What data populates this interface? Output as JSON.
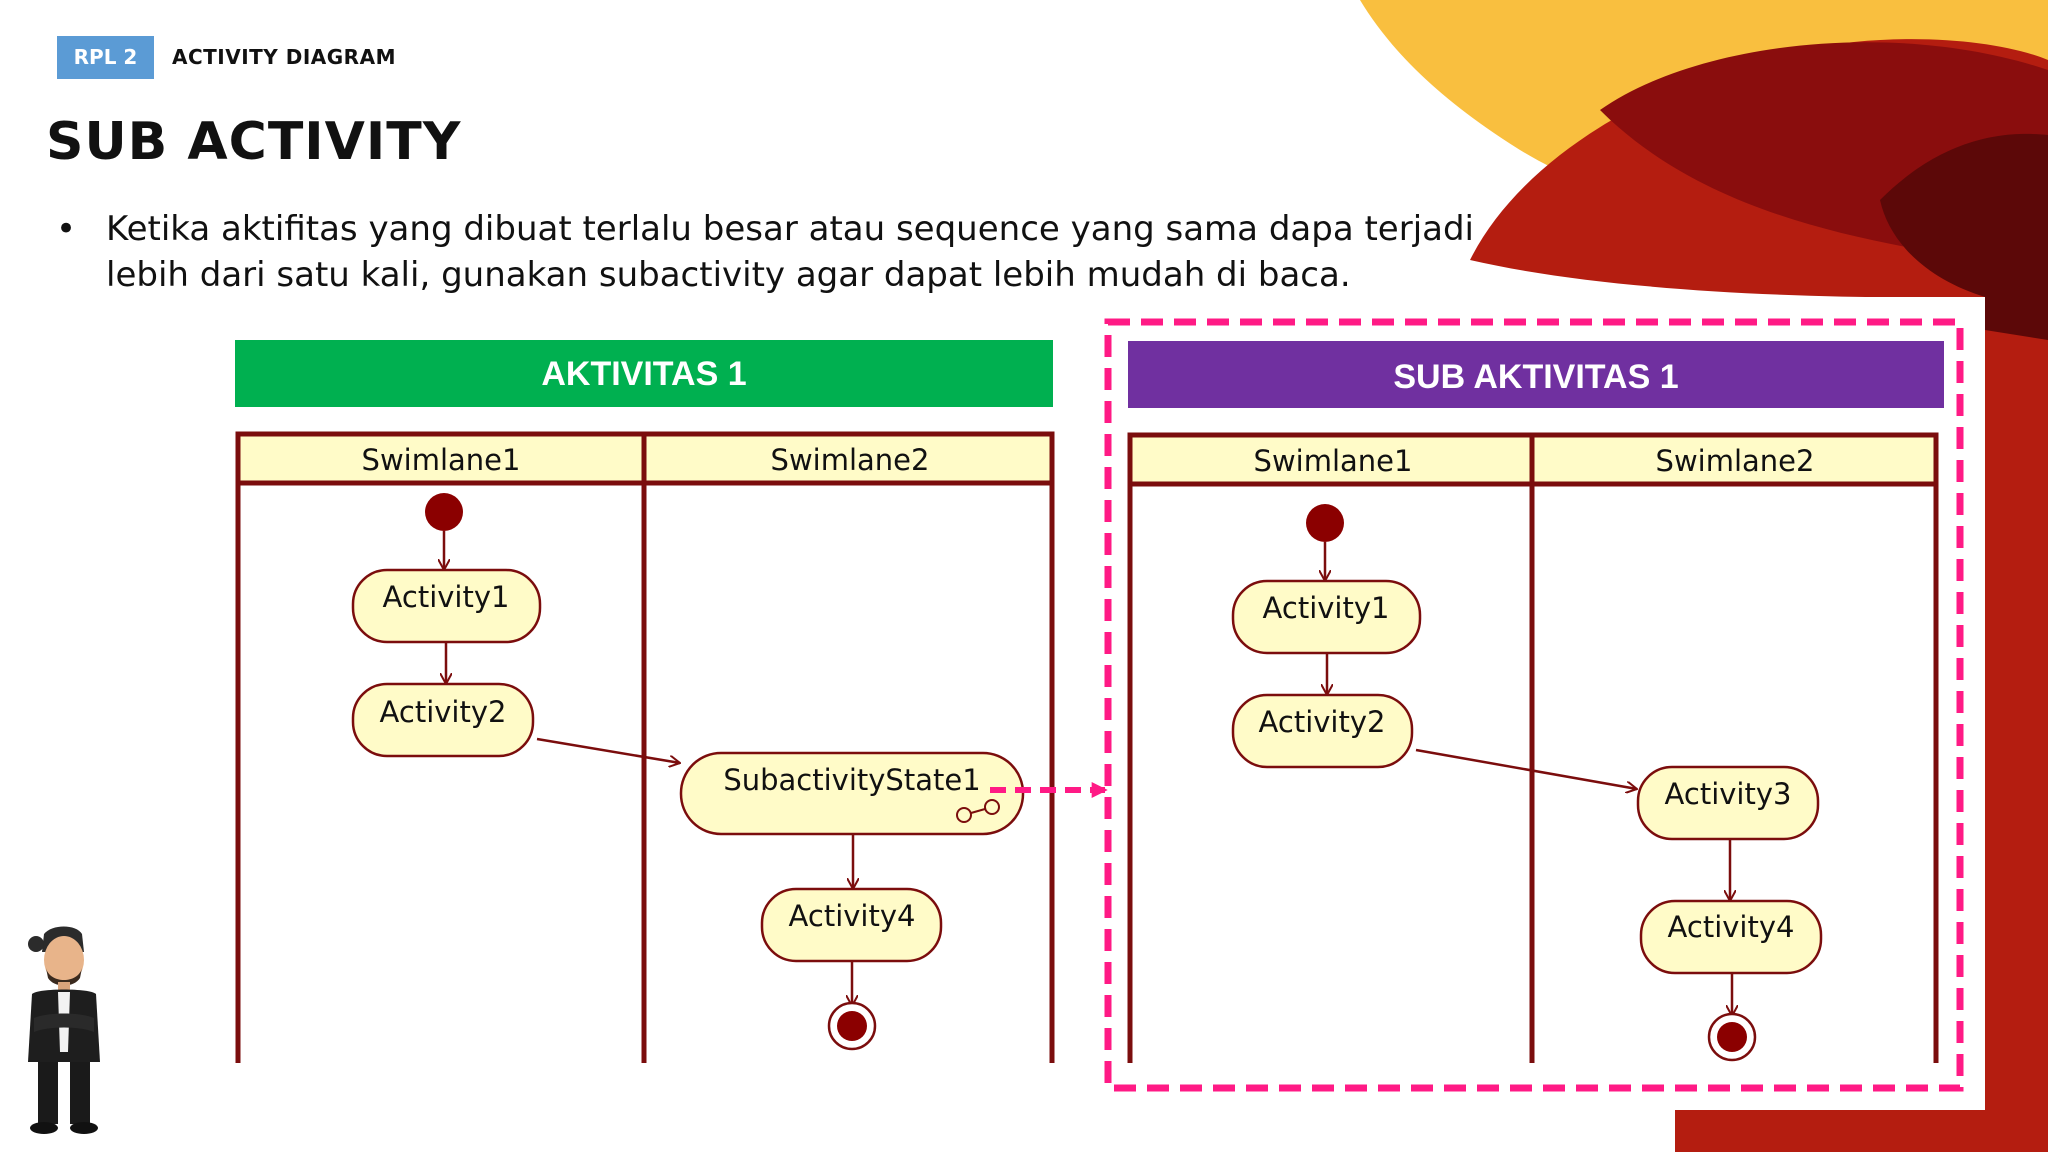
{
  "header": {
    "tag": "RPL 2",
    "title": "ACTIVITY DIAGRAM"
  },
  "page_title": "SUB ACTIVITY",
  "bullet": {
    "symbol": "•",
    "text": "Ketika aktifitas yang dibuat terlalu besar atau sequence yang sama dapa terjadi lebih dari satu kali, gunakan subactivity agar dapat lebih mudah di baca."
  },
  "left_diagram": {
    "banner": "AKTIVITAS 1",
    "banner_color": "#00b050",
    "lanes": [
      "Swimlane1",
      "Swimlane2"
    ],
    "nodes": {
      "a1": "Activity1",
      "a2": "Activity2",
      "sub": "SubactivityState1",
      "a4": "Activity4"
    }
  },
  "right_diagram": {
    "banner": "SUB AKTIVITAS 1",
    "banner_color": "#7030a0",
    "lanes": [
      "Swimlane1",
      "Swimlane2"
    ],
    "nodes": {
      "a1": "Activity1",
      "a2": "Activity2",
      "a3": "Activity3",
      "a4": "Activity4"
    }
  },
  "colors": {
    "accent_pink": "#ff1a85",
    "lane_header": "#fffbc8",
    "node_fill": "#fffbc8",
    "lane_border": "#7b0d0d",
    "header_tag": "#5b9bd5"
  },
  "icons": [
    "subactivity-glasses-icon",
    "presenter-avatar-icon"
  ]
}
